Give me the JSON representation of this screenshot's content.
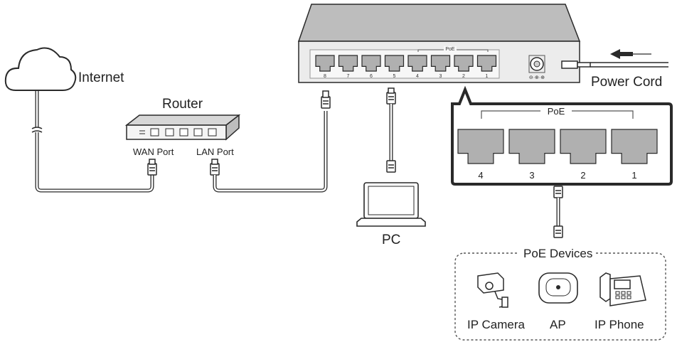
{
  "labels": {
    "internet": "Internet",
    "router": "Router",
    "wan_port": "WAN Port",
    "lan_port": "LAN Port",
    "pc": "PC",
    "power_cord": "Power Cord",
    "poe_zoom": "PoE",
    "poe_switch": "PoE",
    "poe_devices": "PoE Devices",
    "ip_camera": "IP Camera",
    "ap": "AP",
    "ip_phone": "IP Phone"
  },
  "switch_ports": [
    "8",
    "7",
    "6",
    "5",
    "4",
    "3",
    "2",
    "1"
  ],
  "zoom_ports": [
    "4",
    "3",
    "2",
    "1"
  ],
  "colors": {
    "line": "#2a2a2a",
    "switch_top": "#bdbdbd",
    "switch_front": "#ececec",
    "port_fill": "#b0b0b0",
    "zoom_bg": "#ffffff",
    "cable": "#2a2a2a"
  },
  "icons": [
    "cloud-icon",
    "router-icon",
    "switch-icon",
    "laptop-icon",
    "ip-camera-icon",
    "access-point-icon",
    "ip-phone-icon",
    "arrow-left-icon"
  ]
}
